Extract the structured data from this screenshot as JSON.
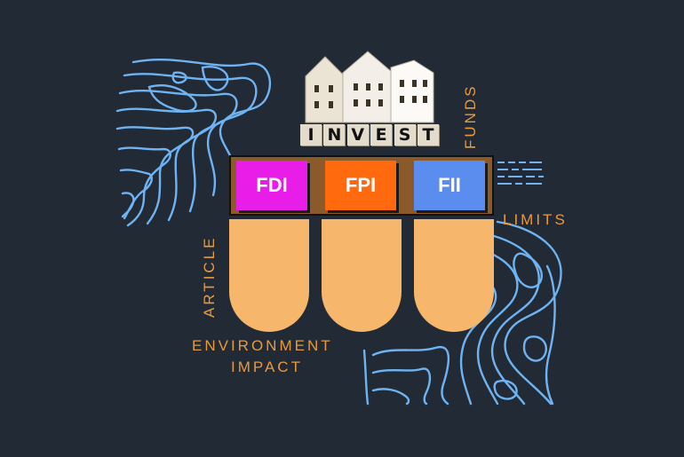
{
  "scene": {
    "invest_word": "INVEST",
    "invest_letters": [
      "I",
      "N",
      "V",
      "E",
      "S",
      "T"
    ],
    "tiles": [
      {
        "label": "FDI",
        "color": "#e81ee8"
      },
      {
        "label": "FPI",
        "color": "#ff6a0e"
      },
      {
        "label": "FII",
        "color": "#5b8dee"
      }
    ],
    "side_labels": {
      "funds": "FUNDS",
      "limits": "LIMITS",
      "article": "ARTICLE",
      "environment": "ENVIRONMENT",
      "impact": "IMPACT"
    }
  },
  "colors": {
    "background": "#222a36",
    "topo_lines": "#6fb3f2",
    "label_orange": "#e79a3f",
    "pillar": "#f6b66c",
    "beam": "#8b5a2b"
  }
}
